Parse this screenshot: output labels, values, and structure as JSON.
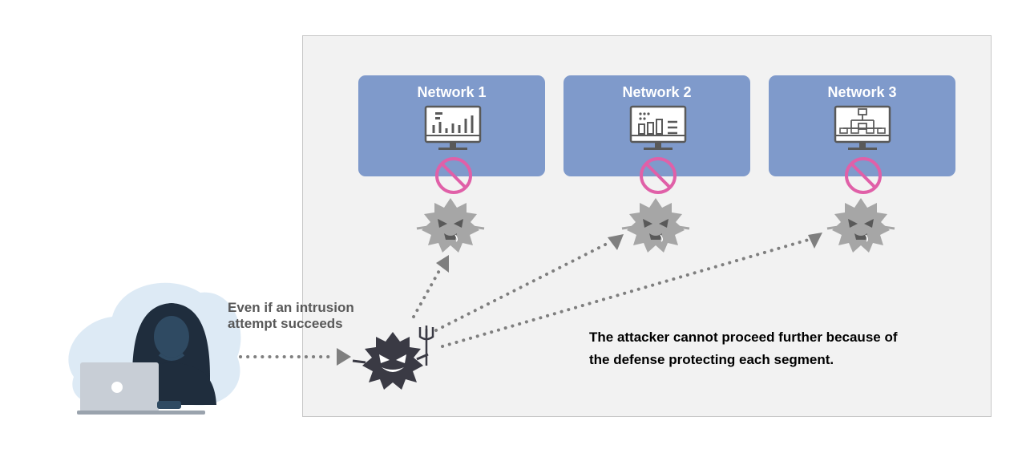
{
  "networks": [
    {
      "name": "Network 1",
      "icon": "bar-chart-monitor-icon"
    },
    {
      "name": "Network 2",
      "icon": "dashboard-monitor-icon"
    },
    {
      "name": "Network 3",
      "icon": "org-chart-monitor-icon"
    }
  ],
  "labels": {
    "intrusion_line1": "Even if an intrusion",
    "intrusion_line2": "attempt succeeds",
    "message_line1": "The attacker cannot proceed further because of",
    "message_line2": "the defense protecting each segment."
  },
  "colors": {
    "network_fill": "#7f9acb",
    "block_symbol": "#e060a8",
    "attacker_virus": "#3a3a44",
    "blocked_virus": "#a6a6a6",
    "arrow": "#7f7f7f",
    "hacker": "#1f2d3d"
  }
}
